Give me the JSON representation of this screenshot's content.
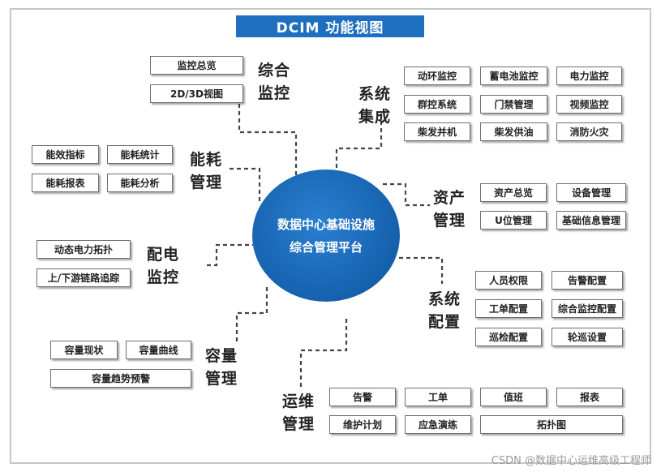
{
  "title": "DCIM 功能视图",
  "center": {
    "line1": "数据中心基础设施",
    "line2": "综合管理平台"
  },
  "categories": {
    "monitor": {
      "line1": "综合",
      "line2": "监控",
      "items": [
        "监控总览",
        "2D/3D视图"
      ]
    },
    "integration": {
      "line1": "系统",
      "line2": "集成",
      "items": [
        "动环监控",
        "蓄电池监控",
        "电力监控",
        "群控系统",
        "门禁管理",
        "视频监控",
        "柴发并机",
        "柴发供油",
        "消防火灾"
      ]
    },
    "energy": {
      "line1": "能耗",
      "line2": "管理",
      "items": [
        "能效指标",
        "能耗统计",
        "能耗报表",
        "能耗分析"
      ]
    },
    "asset": {
      "line1": "资产",
      "line2": "管理",
      "items": [
        "资产总览",
        "设备管理",
        "U位管理",
        "基础信息管理"
      ]
    },
    "power": {
      "line1": "配电",
      "line2": "监控",
      "items": [
        "动态电力拓扑",
        "上/下游链路追踪"
      ]
    },
    "config": {
      "line1": "系统",
      "line2": "配置",
      "items": [
        "人员权限",
        "告警配置",
        "工单配置",
        "综合监控配置",
        "巡检配置",
        "轮巡设置"
      ]
    },
    "capacity": {
      "line1": "容量",
      "line2": "管理",
      "items": [
        "容量现状",
        "容量曲线",
        "容量趋势预警"
      ]
    },
    "ops": {
      "line1": "运维",
      "line2": "管理",
      "items": [
        "告警",
        "工单",
        "值班",
        "报表",
        "维护计划",
        "应急演练",
        "拓扑图"
      ]
    }
  },
  "watermark": "CSDN @数据中心运维高级工程师",
  "colors": {
    "title_bg": "#1f6fc0",
    "center_fill": "#1561ad",
    "connector": "#444444"
  }
}
